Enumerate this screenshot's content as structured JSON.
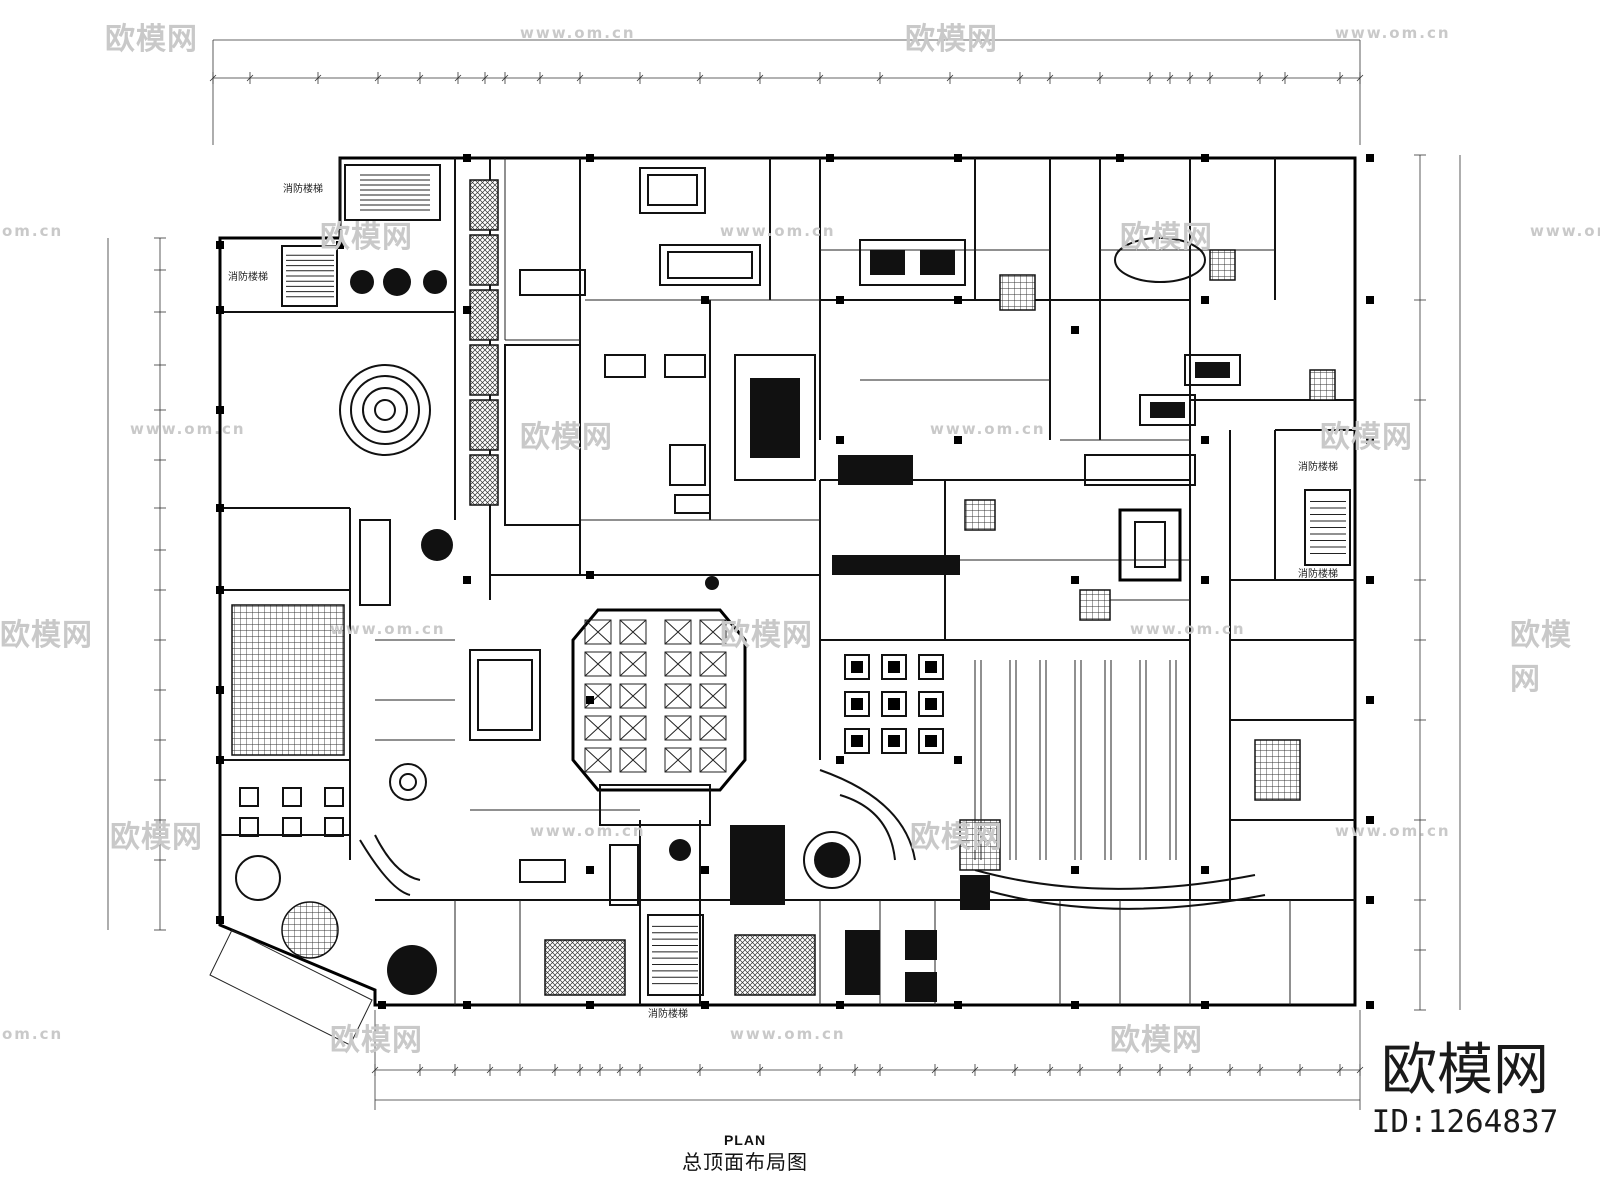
{
  "caption": {
    "en": "PLAN",
    "cn": "总顶面布局图"
  },
  "brand": {
    "logo": "欧模网",
    "id": "ID:1264837"
  },
  "watermarks": {
    "logo": "欧模网",
    "url": "www.om.cn",
    "url_partial": "om.cn"
  },
  "room_labels": [
    "消防楼梯",
    "消防楼梯",
    "消防楼梯",
    "消防楼梯",
    "消防楼梯"
  ],
  "colors": {
    "line": "#111111",
    "watermark": "#c9c9c9",
    "background": "#ffffff"
  }
}
